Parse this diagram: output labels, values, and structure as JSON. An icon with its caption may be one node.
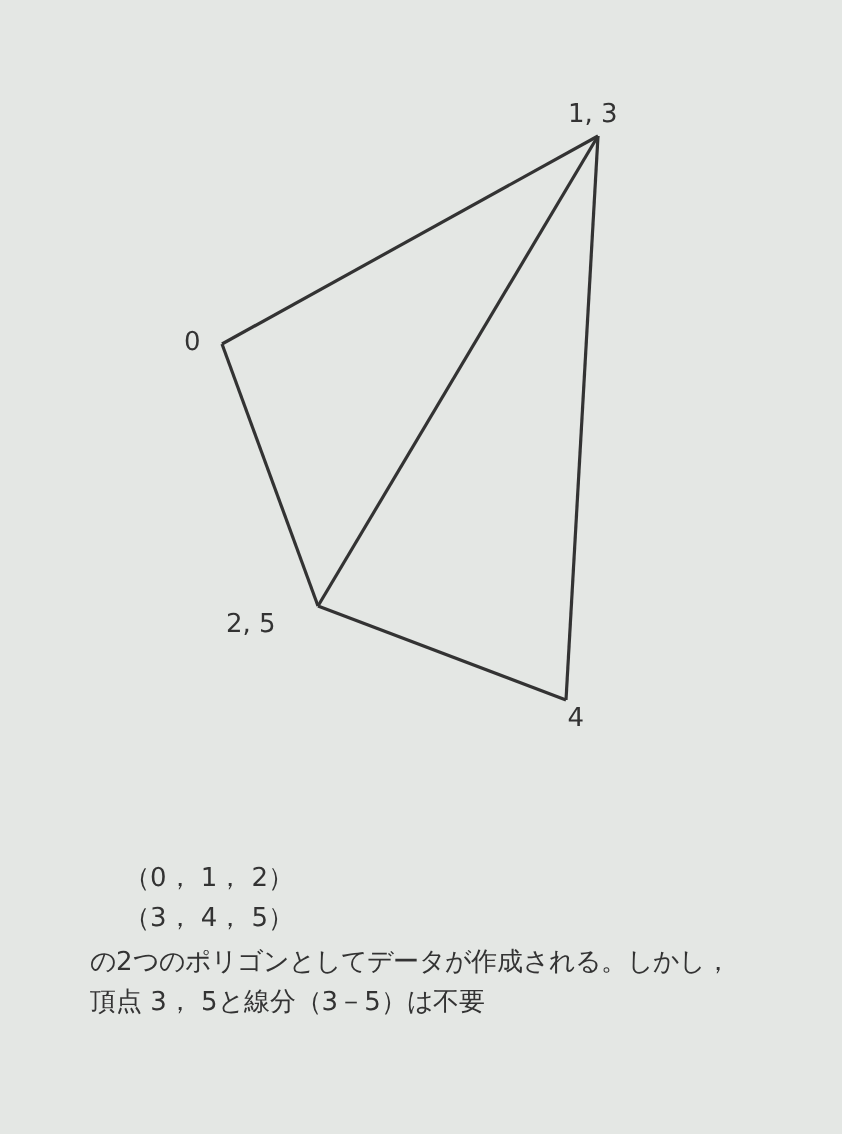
{
  "diagram": {
    "nodes": [
      {
        "text": [
          "1, 3"
        ]
      },
      {
        "text": [
          "0"
        ]
      },
      {
        "text": [
          "2, 5"
        ]
      },
      {
        "text": [
          "4"
        ]
      }
    ],
    "edges": [
      {
        "from": 1,
        "to": 0,
        "arrow": "none"
      },
      {
        "from": 1,
        "to": 2,
        "arrow": "none"
      },
      {
        "from": 2,
        "to": 0,
        "arrow": "none"
      },
      {
        "from": 2,
        "to": 3,
        "arrow": "none"
      },
      {
        "from": 3,
        "to": 0,
        "arrow": "none"
      }
    ],
    "labels": [
      "（0， 1， 2）",
      "（3， 4， 5）",
      "の2つのポリゴンとしてデータが作成される。しかし，頂点 3， 5と線分（3－5）は不要"
    ]
  }
}
